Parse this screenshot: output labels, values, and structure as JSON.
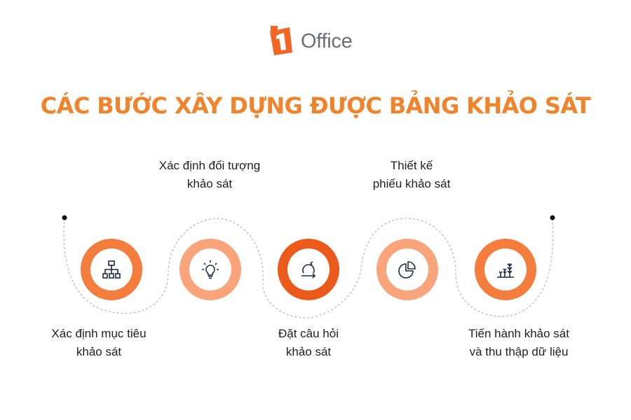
{
  "brand": {
    "name": "Office",
    "colors": {
      "primary": "#f26522",
      "secondary": "#f7941d",
      "gray": "#6d6e71"
    }
  },
  "title": "CÁC BƯỚC XÂY DỰNG ĐƯỢC BẢNG KHẢO SÁT",
  "steps": [
    {
      "icon": "hierarchy-icon",
      "lines": [
        "Xác định mục tiêu",
        "khảo sát"
      ],
      "color": "#f47c3c"
    },
    {
      "icon": "lightbulb-icon",
      "lines": [
        "Xác định đối tượng",
        "khảo sát"
      ],
      "color": "#f9a47a"
    },
    {
      "icon": "cycle-arrow-icon",
      "lines": [
        "Đặt câu hỏi",
        "khảo sát"
      ],
      "color": "#ec5a1b"
    },
    {
      "icon": "pie-chart-icon",
      "lines": [
        "Thiết kế",
        "phiếu khảo sát"
      ],
      "color": "#f9a47a"
    },
    {
      "icon": "plant-growth-icon",
      "lines": [
        "Tiến hành khảo sát",
        "và thu thập dữ liệu"
      ],
      "color": "#f47c3c"
    }
  ]
}
